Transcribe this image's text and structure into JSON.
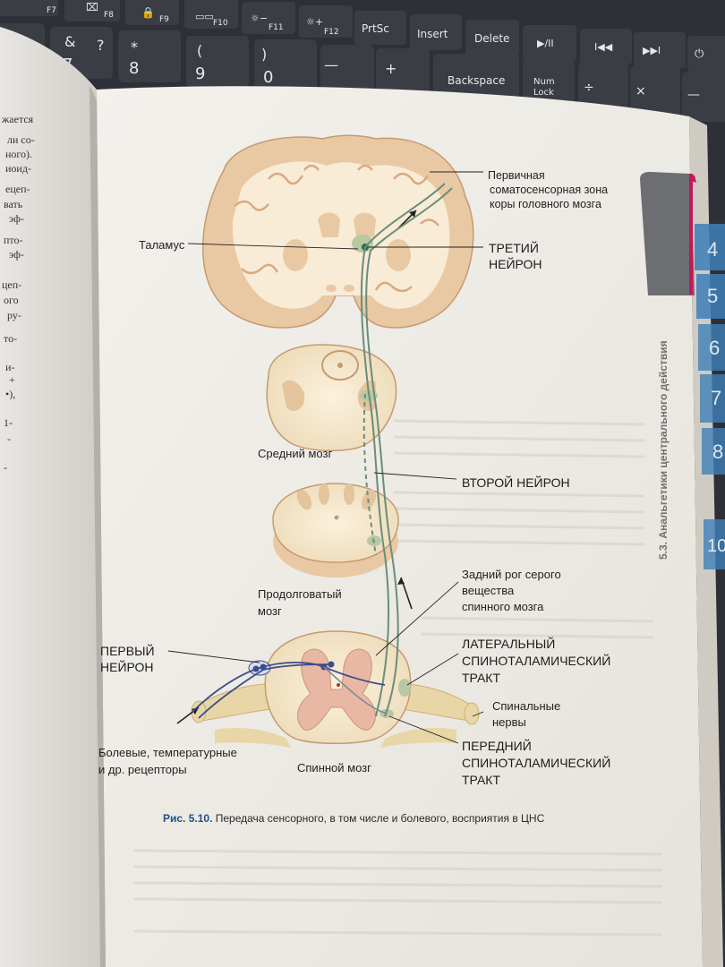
{
  "keyboard": {
    "fn_keys": [
      "F7",
      "F8",
      "F9",
      "F10",
      "F11",
      "F12",
      "PrtSc",
      "Insert",
      "Delete"
    ],
    "num_keys": [
      "&",
      "7",
      "?",
      "*",
      "8",
      "(",
      "9",
      ")",
      "0",
      "—",
      "+",
      "Backspace",
      "Num",
      "Lock",
      "÷",
      "×",
      "—"
    ]
  },
  "left_page_fragments": [
    "жается",
    "ли со-",
    "ного).",
    "иоид-",
    "ецеп-",
    "вать",
    "эф-",
    "пто-",
    "эф-",
    "цеп-",
    "ого",
    "ру-",
    "то-",
    "и-",
    "+",
    "•),",
    "1-",
    "-",
    "-"
  ],
  "figure": {
    "labels": {
      "thalamus": "Таламус",
      "primary_zone_1": "Первичная",
      "primary_zone_2": "соматосенсорная зона",
      "primary_zone_3": "коры головного мозга",
      "third_neuron_1": "ТРЕТИЙ",
      "third_neuron_2": "НЕЙРОН",
      "midbrain": "Средний мозг",
      "second_neuron": "ВТОРОЙ НЕЙРОН",
      "dorsal_horn_1": "Задний рог серого",
      "dorsal_horn_2": "вещества",
      "dorsal_horn_3": "спинного мозга",
      "medulla_1": "Продолговатый",
      "medulla_2": "мозг",
      "first_neuron_1": "ПЕРВЫЙ",
      "first_neuron_2": "НЕЙРОН",
      "lateral_1": "ЛАТЕРАЛЬНЫЙ",
      "lateral_2": "СПИНОТАЛАМИЧЕСКИЙ",
      "lateral_3": "ТРАКТ",
      "spinal_nerves_1": "Спинальные",
      "spinal_nerves_2": "нервы",
      "receptors_1": "Болевые, температурные",
      "receptors_2": "и др. рецепторы",
      "spinal_cord": "Спинной мозг",
      "anterior_1": "ПЕРЕДНИЙ",
      "anterior_2": "СПИНОТАЛАМИЧЕСКИЙ",
      "anterior_3": "ТРАКТ"
    },
    "caption_number": "Рис. 5.10.",
    "caption_text": " Передача сенсорного, в том числе и болевого, восприятия в ЦНС"
  },
  "side_header": "5.3. Анальгетики центрального действия",
  "tabs": [
    "4",
    "5",
    "6",
    "7",
    "8",
    "10"
  ],
  "colors": {
    "page": "#f1efe9",
    "tissue": "#f6e8cf",
    "gyrus": "#e9c9a3",
    "nerve": "#e8d6a6",
    "tract": "#6a8d7c",
    "neuron_blue": "#3c4d8c",
    "accent_pink": "#c2175b",
    "tab_blue": "#3e7fb8"
  }
}
